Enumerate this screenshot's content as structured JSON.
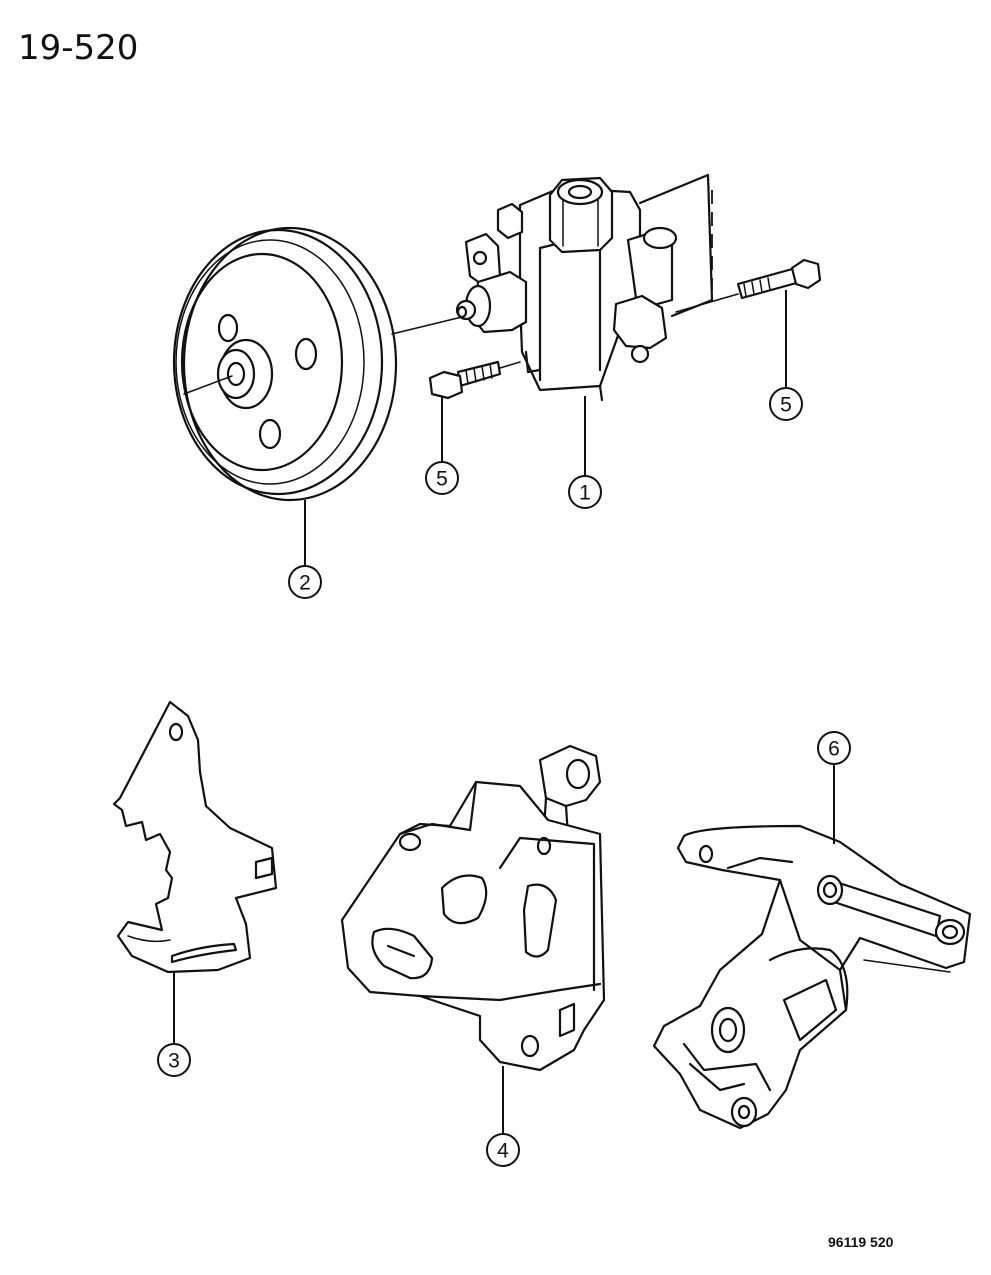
{
  "header": {
    "page_number": "19-520"
  },
  "footer": {
    "figure_code": "96119  520"
  },
  "callouts": {
    "pump": "1",
    "pulley": "2",
    "left_bracket": "3",
    "center_bracket": "4",
    "bolt_front": "5",
    "bolt_rear": "5",
    "right_bracket": "6"
  }
}
